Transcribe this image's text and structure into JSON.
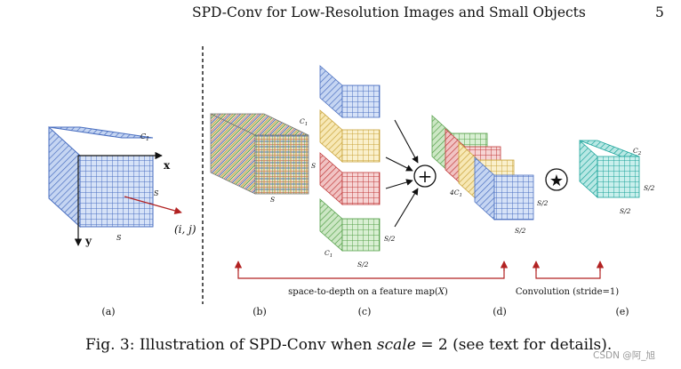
{
  "header": {
    "title": "SPD-Conv for Low-Resolution Images and Small Objects",
    "page_number": "5"
  },
  "figure": {
    "panel_a": {
      "c_label": "C",
      "c_sub": "1",
      "x_axis": "x",
      "y_axis": "y",
      "s_side": "S",
      "s_bottom": "S",
      "point": "(i, j)"
    },
    "panel_b": {
      "c_label": "C",
      "c_sub": "1",
      "s_side": "S",
      "s_bottom": "S"
    },
    "panel_c": {
      "c_label": "C",
      "c_sub": "1",
      "s_side": "S/2",
      "s_bottom": "S/2"
    },
    "panel_d": {
      "channels": "4C",
      "channels_sub": "1",
      "s_side": "S/2",
      "s_bottom": "S/2"
    },
    "panel_e": {
      "c_label": "C",
      "c_sub": "2",
      "s_side": "S/2",
      "s_bottom": "S/2"
    },
    "operators": {
      "concat_symbol": "+",
      "conv_symbol": "★"
    },
    "annotations": {
      "space_to_depth": "space-to-depth on a feature map",
      "space_to_depth_var": "X",
      "convolution": "Convolution (stride=1)"
    },
    "panel_labels": [
      "(a)",
      "(b)",
      "(c)",
      "(d)",
      "(e)"
    ],
    "colors": {
      "blue": "#4a6fc0",
      "red": "#c03a3a",
      "yellow": "#d6b342",
      "green": "#55a04a",
      "teal": "#1aa39a",
      "arrow": "#b22222"
    }
  },
  "caption": {
    "prefix": "Fig. 3: Illustration of SPD-Conv when ",
    "var": "scale",
    "eq": " = 2 (see text for details)."
  },
  "watermark": "CSDN @阿_旭"
}
